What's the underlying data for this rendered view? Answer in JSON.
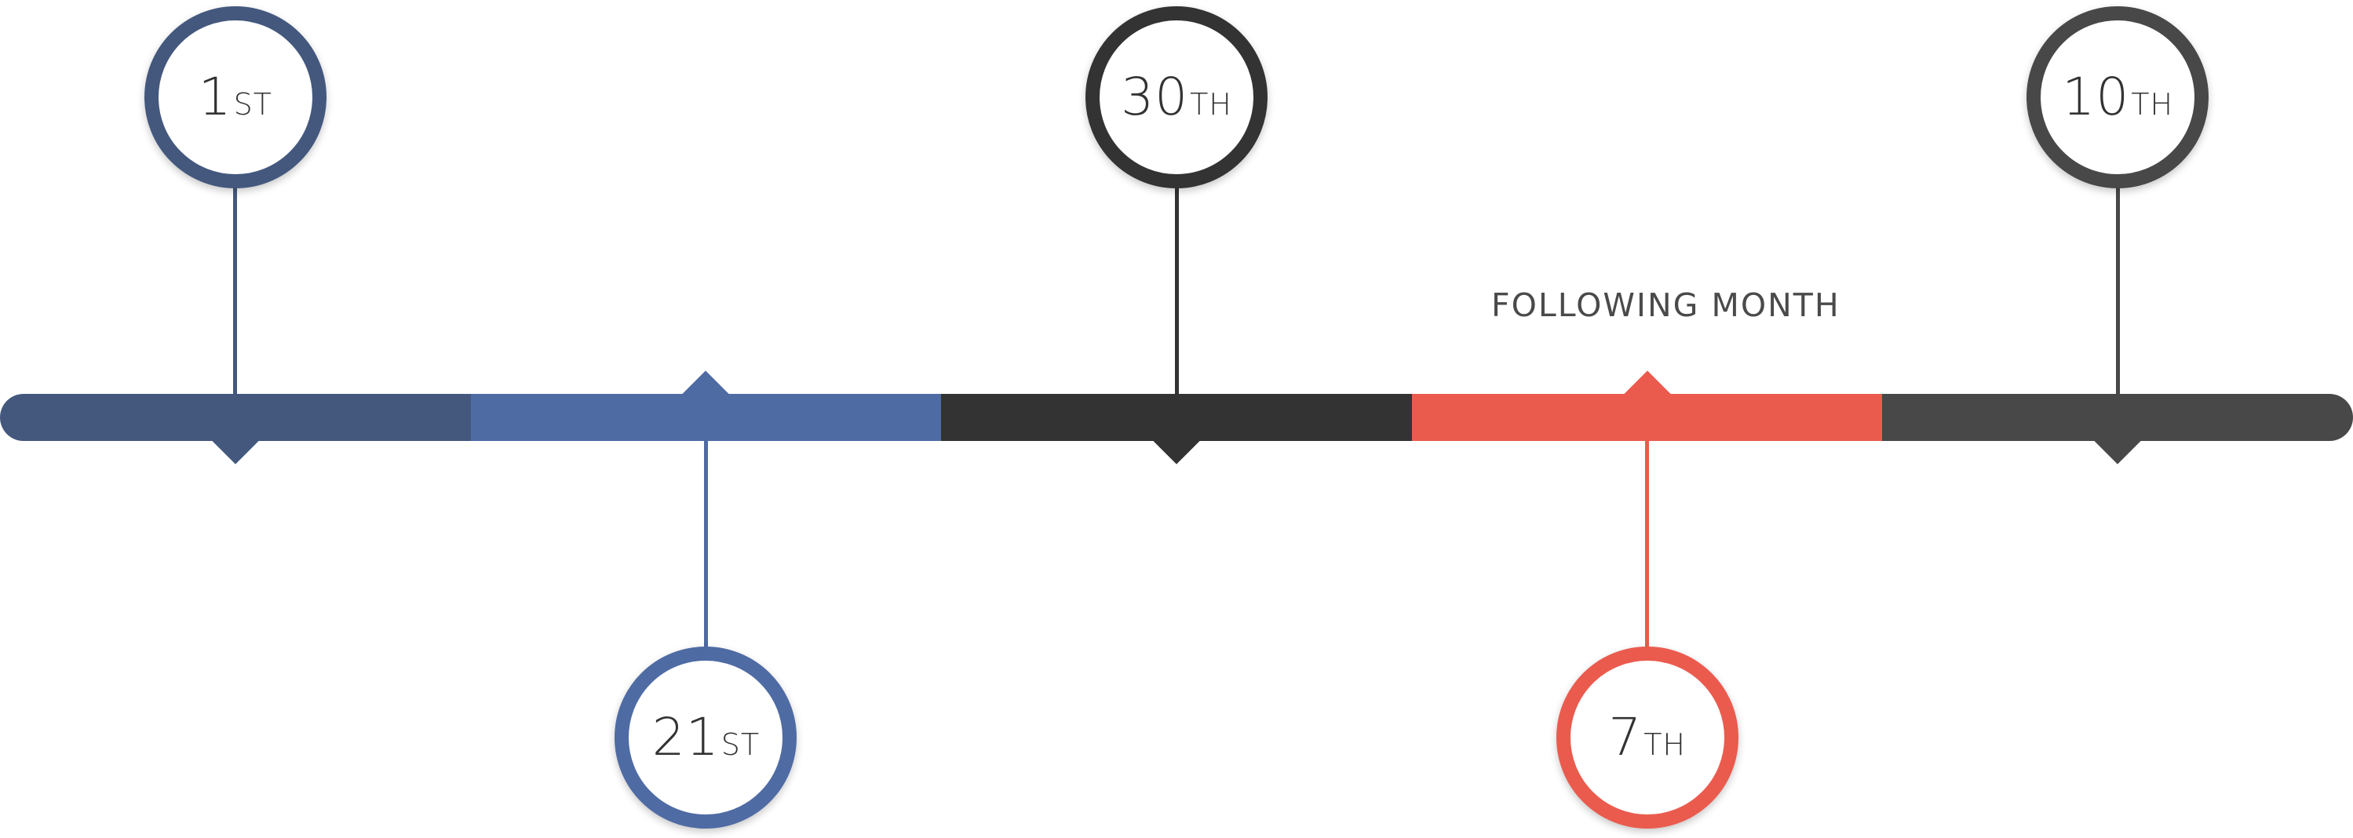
{
  "timeline": {
    "colors": {
      "navy": "#44587e",
      "blue": "#4f6ba4",
      "dark": "#333333",
      "red": "#ea5b4e",
      "gray": "#484848"
    },
    "period_label": "FOLLOWING MONTH",
    "segments": [
      {
        "color": "#44587e",
        "notch": "down"
      },
      {
        "color": "#4f6ba4",
        "notch": "up"
      },
      {
        "color": "#333333",
        "notch": "down"
      },
      {
        "color": "#ea5b4e",
        "notch": "up"
      },
      {
        "color": "#484848",
        "notch": "down"
      }
    ],
    "milestones": [
      {
        "day": "1",
        "suffix": "ST",
        "color": "#44587e",
        "position": "above"
      },
      {
        "day": "21",
        "suffix": "ST",
        "color": "#4f6ba4",
        "position": "below"
      },
      {
        "day": "30",
        "suffix": "TH",
        "color": "#333333",
        "position": "above"
      },
      {
        "day": "7",
        "suffix": "TH",
        "color": "#ea5b4e",
        "position": "below"
      },
      {
        "day": "10",
        "suffix": "TH",
        "color": "#484848",
        "position": "above"
      }
    ]
  }
}
